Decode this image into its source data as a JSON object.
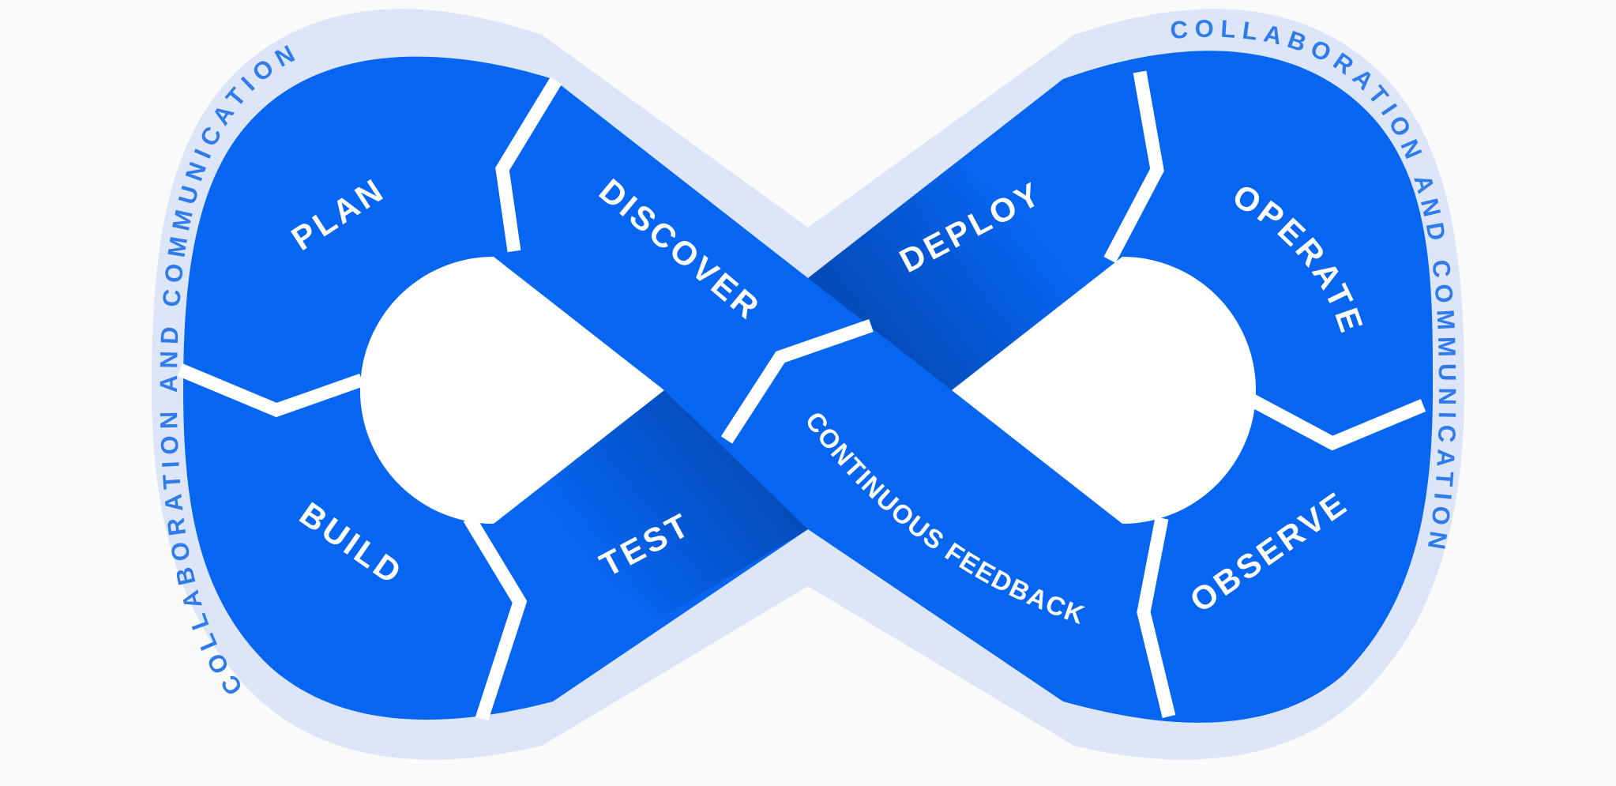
{
  "diagram": {
    "type": "devops-infinity-loop",
    "background": "#fafafa",
    "colors": {
      "loop_blue": "#0666f2",
      "outer_ring_light_blue": "#dce6f8",
      "hole_white": "#ffffff",
      "divider_white": "#ffffff",
      "segment_label_white": "#ffffff",
      "ring_text_blue": "#2f7be9",
      "under_band_shadow": "#03286e"
    },
    "ring_labels": {
      "left": "COLLABORATION AND COMMUNICATION",
      "right": "COLLABORATION AND COMMUNICATION"
    },
    "segments": {
      "plan": "PLAN",
      "discover": "DISCOVER",
      "build": "BUILD",
      "test": "TEST",
      "deploy": "DEPLOY",
      "operate": "OPERATE",
      "observe": "OBSERVE",
      "continuous_feedback": "CONTINUOUS FEEDBACK"
    }
  }
}
